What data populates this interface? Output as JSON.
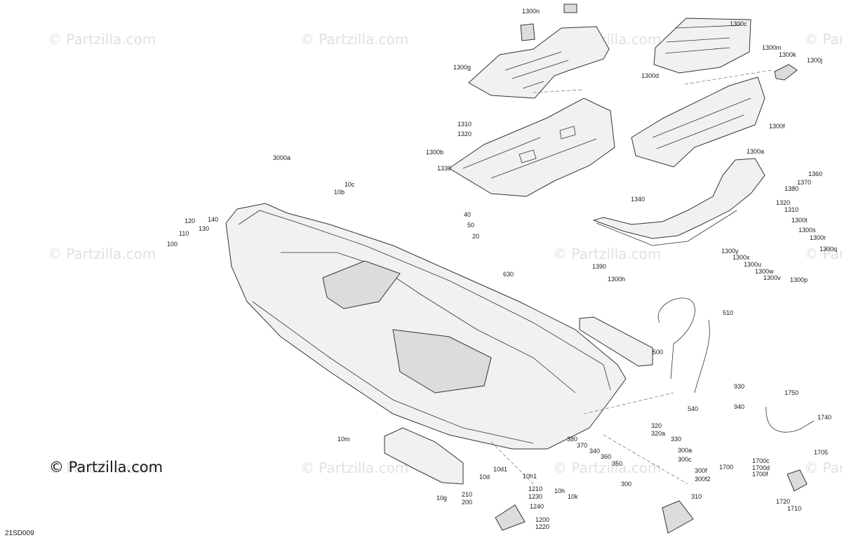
{
  "watermarks": [
    "© Partzilla.com",
    "© Partzilla.com",
    "© Partzilla.com",
    "© Partzilla.com",
    "© Partzilla.com",
    "© Partzilla.com",
    "© Partzilla.com",
    "© Partzilla.com",
    "© Partzilla.com",
    "© Partzilla.com",
    "© Partzilla.com",
    "© Partzilla.com"
  ],
  "brand": "© Partzilla.com",
  "drawing_code": "21SD009",
  "callouts": [
    "1300n",
    "1300c",
    "1300g",
    "1300m",
    "1300k",
    "1300j",
    "1300d",
    "1300f",
    "1310",
    "1320",
    "1300b",
    "1330",
    "3000a",
    "1300a",
    "1360",
    "1370",
    "1380",
    "10c",
    "10b",
    "40",
    "50",
    "20",
    "120",
    "140",
    "110",
    "130",
    "100",
    "1340",
    "1320",
    "1310",
    "1300t",
    "1300s",
    "1300r",
    "1300q",
    "1300y",
    "1300x",
    "1300u",
    "1300w",
    "1300v",
    "1390",
    "1300h",
    "1300p",
    "630",
    "510",
    "500",
    "540",
    "930",
    "940",
    "1750",
    "1740",
    "320",
    "320a",
    "330",
    "300a",
    "300c",
    "300f",
    "300f2",
    "300",
    "310",
    "380",
    "370",
    "340",
    "360",
    "350",
    "10h1",
    "10h",
    "10k",
    "1210",
    "1230",
    "1240",
    "1200",
    "1220",
    "10m",
    "10g",
    "210",
    "200",
    "10d",
    "10d1",
    "1700",
    "1700c",
    "1700d",
    "1700f",
    "1705",
    "1720",
    "1710"
  ]
}
